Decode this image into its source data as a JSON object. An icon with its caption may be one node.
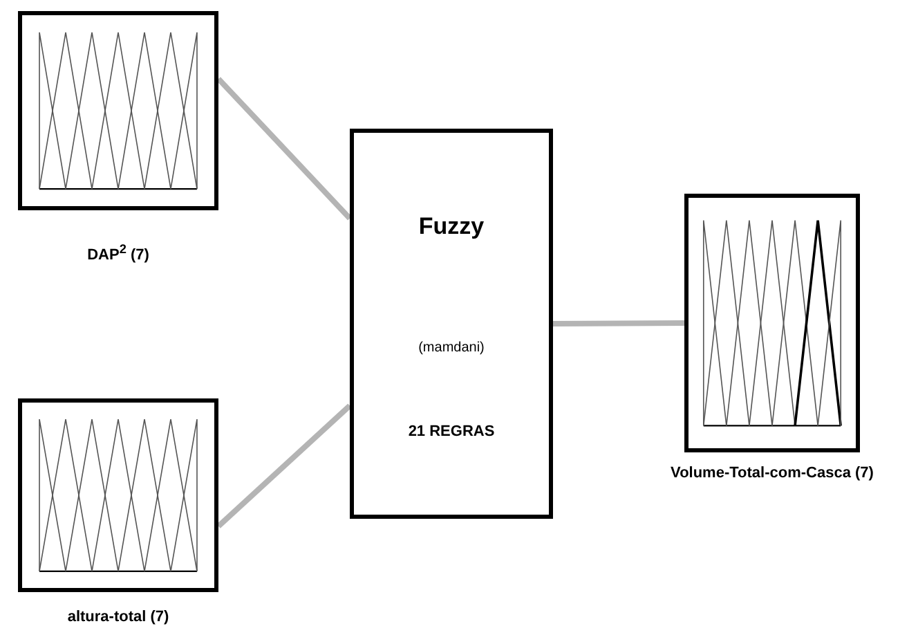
{
  "diagram": {
    "nodes": [
      {
        "text": [
          "DAP$^{2}$ (7)"
        ]
      },
      {
        "text": [
          "altura-total (7)"
        ]
      },
      {
        "text": [
          "Fuzzy",
          "(mamdani)",
          "21 REGRAS"
        ]
      },
      {
        "text": [
          "Volume-Total-com-Casca (7)"
        ]
      }
    ],
    "edges": [
      {
        "from": 0,
        "to": 2,
        "arrow": "none"
      },
      {
        "from": 1,
        "to": 2,
        "arrow": "none"
      },
      {
        "from": 2,
        "to": 3,
        "arrow": "none"
      }
    ]
  }
}
